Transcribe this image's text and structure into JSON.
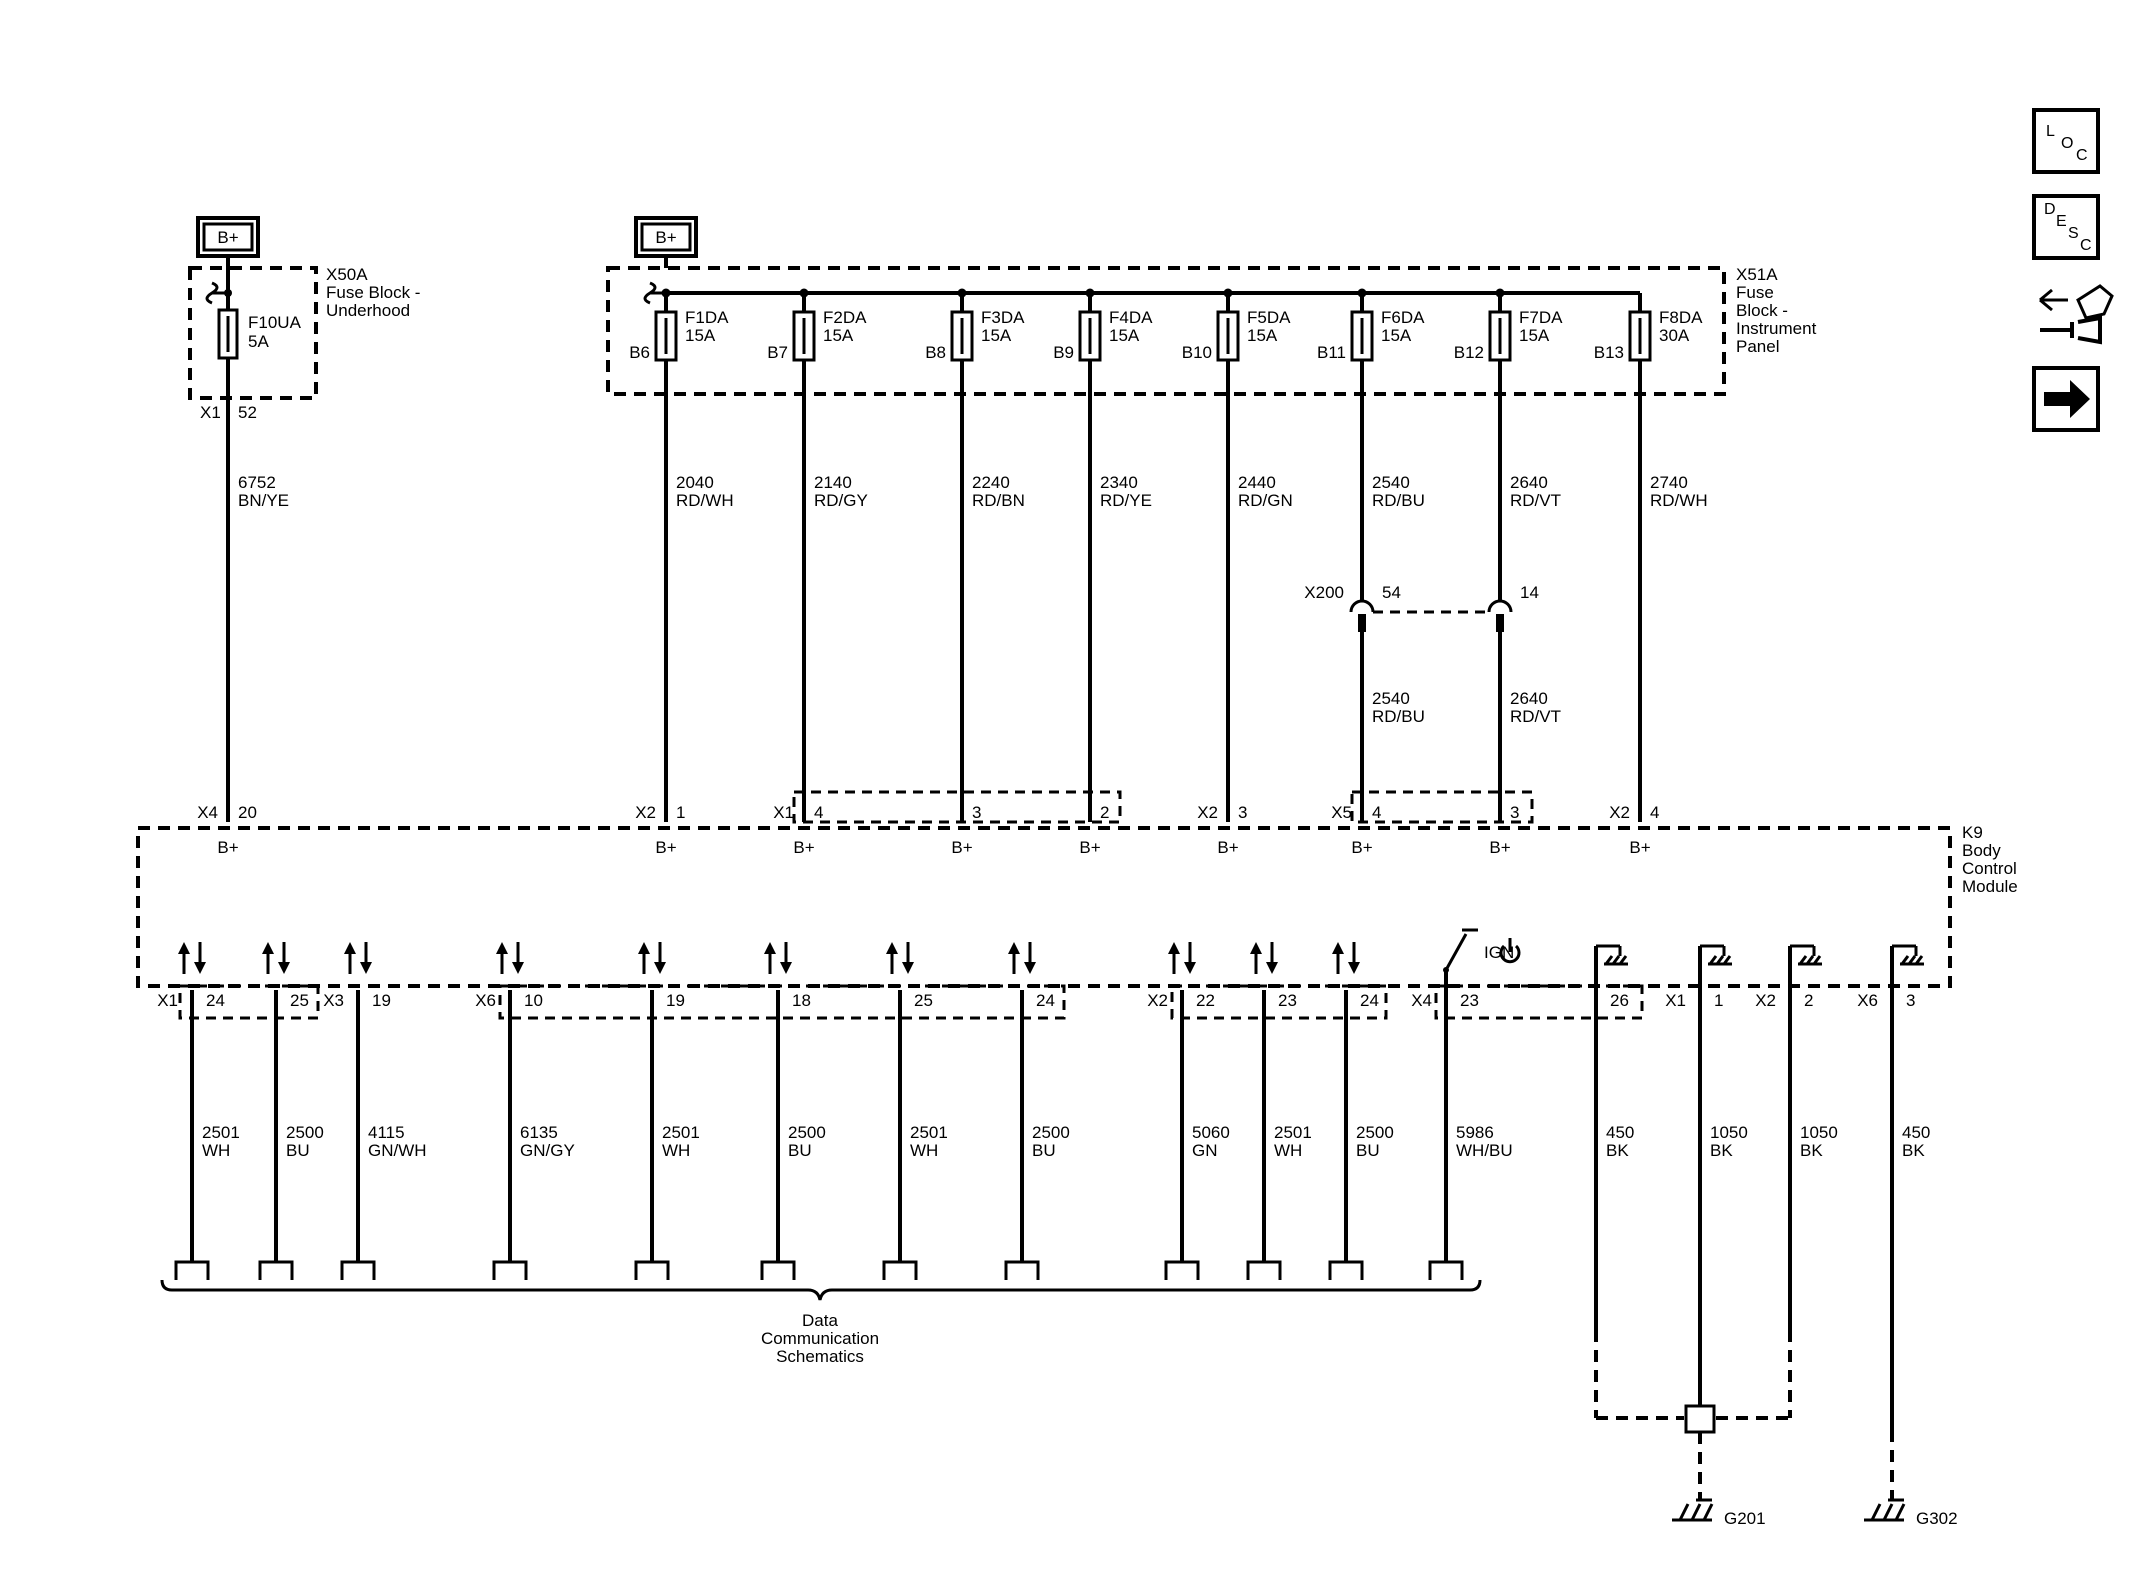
{
  "nav": {
    "loc_letters": [
      "L",
      "O",
      "C"
    ],
    "desc_letters": [
      "D",
      "E",
      "S",
      "C"
    ],
    "icons": [
      "loc-icon",
      "desc-icon",
      "connector-tool-icon",
      "next-arrow-icon"
    ]
  },
  "battery_label": "B+",
  "fuse_block_underhood": {
    "id": "X50A",
    "name_lines": [
      "Fuse Block -",
      "Underhood"
    ],
    "fuse": {
      "name": "F10UA",
      "rating": "5A"
    },
    "conn": "X1",
    "pin": "52",
    "wire": {
      "circuit": "6752",
      "color": "BN/YE"
    }
  },
  "fuse_block_ip": {
    "id": "X51A",
    "name_lines": [
      "Fuse",
      "Block -",
      "Instrument",
      "Panel"
    ],
    "fuses": [
      {
        "name": "F1DA",
        "rating": "15A",
        "cavity": "B6",
        "circuit": "2040",
        "color": "RD/WH"
      },
      {
        "name": "F2DA",
        "rating": "15A",
        "cavity": "B7",
        "circuit": "2140",
        "color": "RD/GY"
      },
      {
        "name": "F3DA",
        "rating": "15A",
        "cavity": "B8",
        "circuit": "2240",
        "color": "RD/BN"
      },
      {
        "name": "F4DA",
        "rating": "15A",
        "cavity": "B9",
        "circuit": "2340",
        "color": "RD/YE"
      },
      {
        "name": "F5DA",
        "rating": "15A",
        "cavity": "B10",
        "circuit": "2440",
        "color": "RD/GN"
      },
      {
        "name": "F6DA",
        "rating": "15A",
        "cavity": "B11",
        "circuit": "2540",
        "color": "RD/BU"
      },
      {
        "name": "F7DA",
        "rating": "15A",
        "cavity": "B12",
        "circuit": "2640",
        "color": "RD/VT"
      },
      {
        "name": "F8DA",
        "rating": "30A",
        "cavity": "B13",
        "circuit": "2740",
        "color": "RD/WH"
      }
    ]
  },
  "inline_connector": {
    "id": "X200",
    "pins": [
      "54",
      "14"
    ],
    "wires": [
      {
        "circuit": "2540",
        "color": "RD/BU"
      },
      {
        "circuit": "2640",
        "color": "RD/VT"
      }
    ]
  },
  "module": {
    "id": "K9",
    "name_lines": [
      "Body",
      "Control",
      "Module"
    ],
    "top_pins": [
      {
        "conn": "X4",
        "pin": "20",
        "label": "B+"
      },
      {
        "conn": "X2",
        "pin": "1",
        "label": "B+"
      },
      {
        "conn": "X1",
        "pin": "4",
        "label": "B+"
      },
      {
        "conn": "",
        "pin": "3",
        "label": "B+"
      },
      {
        "conn": "",
        "pin": "2",
        "label": "B+"
      },
      {
        "conn": "X2",
        "pin": "3",
        "label": "B+"
      },
      {
        "conn": "X5",
        "pin": "4",
        "label": "B+"
      },
      {
        "conn": "",
        "pin": "3",
        "label": "B+"
      },
      {
        "conn": "X2",
        "pin": "4",
        "label": "B+"
      }
    ],
    "ign_label": "IGN"
  },
  "bottom_pins": [
    {
      "conn": "X1",
      "pin": "24",
      "circuit": "2501",
      "color": "WH"
    },
    {
      "conn": "",
      "pin": "25",
      "circuit": "2500",
      "color": "BU"
    },
    {
      "conn": "X3",
      "pin": "19",
      "circuit": "4115",
      "color": "GN/WH"
    },
    {
      "conn": "X6",
      "pin": "10",
      "circuit": "6135",
      "color": "GN/GY"
    },
    {
      "conn": "",
      "pin": "19",
      "circuit": "2501",
      "color": "WH"
    },
    {
      "conn": "",
      "pin": "18",
      "circuit": "2500",
      "color": "BU"
    },
    {
      "conn": "",
      "pin": "25",
      "circuit": "2501",
      "color": "WH"
    },
    {
      "conn": "",
      "pin": "24",
      "circuit": "2500",
      "color": "BU"
    },
    {
      "conn": "X2",
      "pin": "22",
      "circuit": "5060",
      "color": "GN"
    },
    {
      "conn": "",
      "pin": "23",
      "circuit": "2501",
      "color": "WH"
    },
    {
      "conn": "",
      "pin": "24",
      "circuit": "2500",
      "color": "BU"
    },
    {
      "conn": "X4",
      "pin": "23",
      "circuit": "5986",
      "color": "WH/BU"
    }
  ],
  "ground_pins": [
    {
      "conn": "",
      "pin": "26",
      "circuit": "450",
      "color": "BK"
    },
    {
      "conn": "X1",
      "pin": "1",
      "circuit": "1050",
      "color": "BK"
    },
    {
      "conn": "X2",
      "pin": "2",
      "circuit": "1050",
      "color": "BK"
    },
    {
      "conn": "X6",
      "pin": "3",
      "circuit": "450",
      "color": "BK"
    }
  ],
  "data_comm_lines": [
    "Data",
    "Communication",
    "Schematics"
  ],
  "grounds": [
    "G201",
    "G302"
  ]
}
